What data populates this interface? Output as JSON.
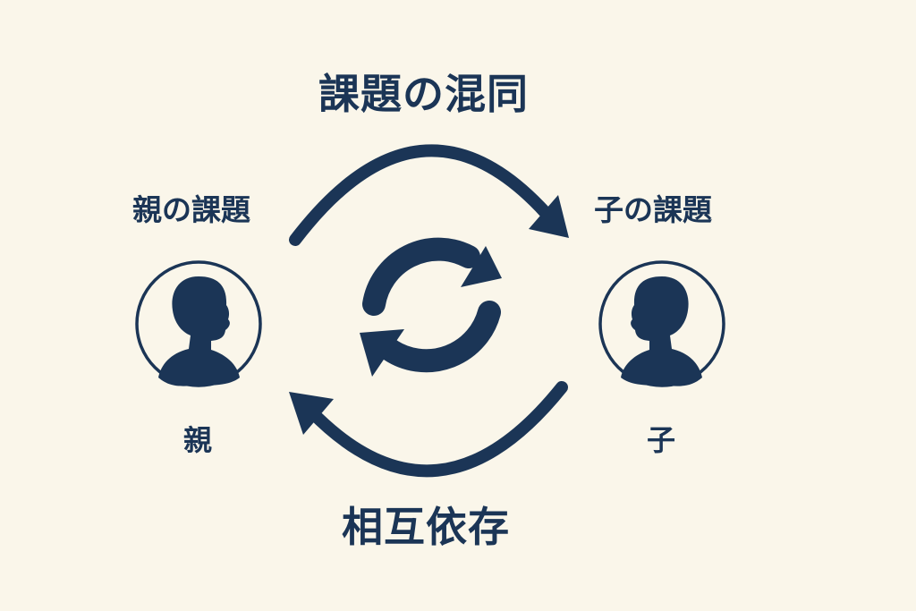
{
  "diagram": {
    "title": "課題の混同",
    "bottom_label": "相互依存",
    "parent": {
      "issue_label": "親の課題",
      "name": "親"
    },
    "child": {
      "issue_label": "子の課題",
      "name": "子"
    }
  },
  "colors": {
    "background": "#faf6ea",
    "ink": "#1b3556"
  },
  "icons": [
    "person-silhouette-icon",
    "refresh-cycle-icon",
    "curved-arrow-icon"
  ]
}
